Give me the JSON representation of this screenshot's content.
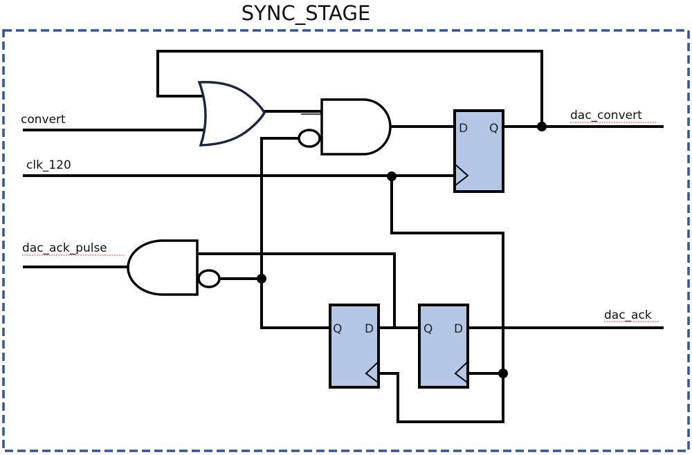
{
  "diagram": {
    "title": "SYNC_STAGE",
    "type": "logic-schematic",
    "colors": {
      "border": "#2f5597",
      "flipflop_fill": "#b4c7e7",
      "wire": "#000000",
      "or_gate_stroke": "#1c2640"
    },
    "signals": {
      "convert": "convert",
      "clk": "clk_120",
      "dac_ack_pulse": "dac_ack_pulse",
      "dac_convert": "dac_convert",
      "dac_ack": "dac_ack"
    },
    "components": {
      "or_gate": {
        "label": "OR gate",
        "inputs": [
          "dac_convert feedback",
          "convert"
        ]
      },
      "and_gate_top": {
        "label": "AND gate (one inverted input)",
        "inputs": [
          "OR output",
          "inverted dac_ack_pulse gate output"
        ]
      },
      "dff_top": {
        "d_pin": "D",
        "q_pin": "Q",
        "clock": "clk_120",
        "output": "dac_convert"
      },
      "and_gate_bottom": {
        "label": "AND gate (one inverted input)",
        "output": "dac_ack_pulse"
      },
      "dff_bottom_1": {
        "q_pin": "Q",
        "d_pin": "D"
      },
      "dff_bottom_2": {
        "q_pin": "Q",
        "d_pin": "D",
        "input": "dac_ack"
      }
    }
  }
}
